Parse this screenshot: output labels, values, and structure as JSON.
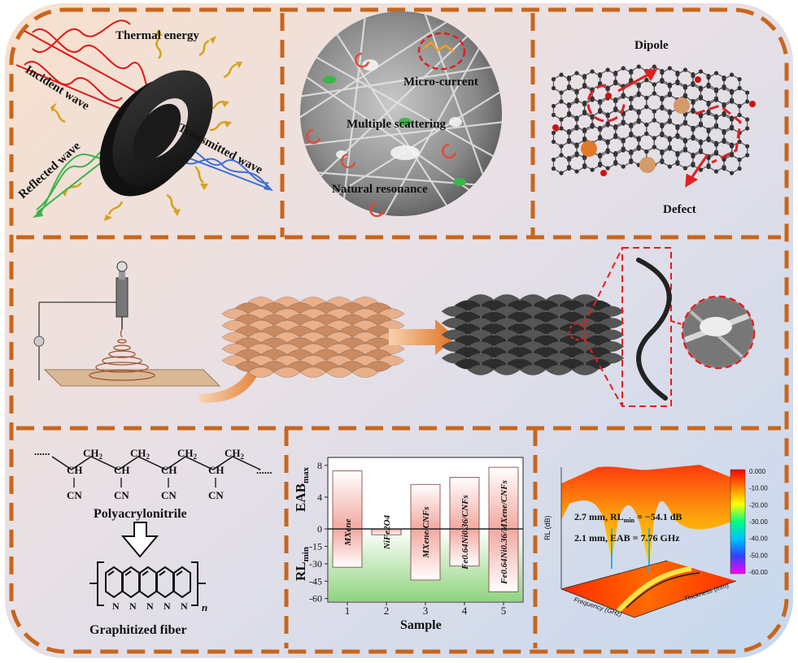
{
  "mechanisms": {
    "thermal": "Thermal energy",
    "incident": "Incident wave",
    "reflected": "Reflected wave",
    "transmitted": "Transmitted wave",
    "micro_current": "Micro-current",
    "multiple_scattering": "Multiple scattering",
    "natural_resonance": "Natural resonance",
    "dipole": "Dipole",
    "defect": "Defect"
  },
  "chemistry": {
    "dots_left": "......",
    "dots_right": "......",
    "ch2": "CH",
    "ch2_sub": "2",
    "ch": "CH",
    "cn": "CN",
    "polymer": "Polyacrylonitrile",
    "n_letter": "N",
    "n_sub": "n",
    "graphitized": "Graphitized fiber"
  },
  "chart_data": {
    "type": "bar",
    "categories": [
      "1",
      "2",
      "3",
      "4",
      "5"
    ],
    "bar_labels": [
      "MXene",
      "NiFe2O4",
      "MXene/CNFs",
      "Fe0.64Ni0.36/CNFs",
      "Fe0.64Ni0.36/MXene/CNFs"
    ],
    "series": [
      {
        "name": "EAB",
        "values": [
          7.3,
          -0.7,
          5.6,
          6.5,
          7.76
        ]
      },
      {
        "name": "RL",
        "values": [
          -33,
          -5,
          -44,
          -32,
          -54.1
        ]
      }
    ],
    "upper_ticks": [
      "8",
      "4",
      "0"
    ],
    "lower_ticks": [
      "-15",
      "-30",
      "-45",
      "-60"
    ],
    "upper_ylim": [
      -1,
      9
    ],
    "lower_ylim": [
      -63,
      0
    ],
    "ylabel_top": "EAB",
    "ylabel_top_sub": "max",
    "ylabel_bottom": "RL",
    "ylabel_bottom_sub": "min",
    "xlabel": "Sample"
  },
  "surface_plot": {
    "annotation1": "2.7 mm, RL",
    "annotation1_sub": "min",
    "annotation1_value": " = −54.1 dB",
    "annotation2": "2.1 mm, EAB = 7.76 GHz",
    "colorbar_ticks": [
      "0.000",
      "-10.00",
      "-20.00",
      "-30.00",
      "-40.00",
      "-50.00",
      "-60.00"
    ],
    "z_axis_label": "RL (dB)",
    "x_axis_label": "Frequency (GHz)",
    "y_axis_label": "Thickness (mm)"
  }
}
